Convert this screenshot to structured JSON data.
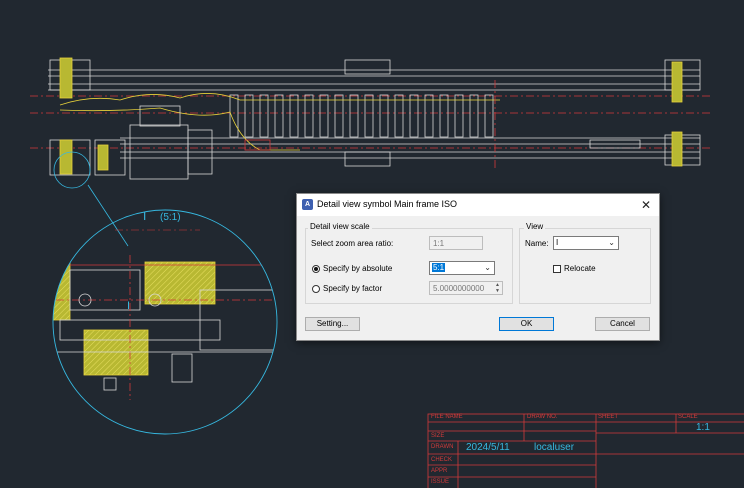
{
  "background_color": "#212830",
  "drawing": {
    "section_label": "I",
    "section_scale": "(5:1)",
    "detail_label": "I"
  },
  "title_block": {
    "headers": {
      "file_name": "FILE NAME",
      "drawing_no": "DRAW NO.",
      "sheet": "SHEET",
      "scale": "SCALE",
      "size": "SIZE",
      "drawn": "DRAWN",
      "check": "CHECK",
      "appr": "APPR",
      "issue": "ISSUE"
    },
    "scale_value": "1:1",
    "date": "2024/5/11",
    "user": "localuser"
  },
  "dialog": {
    "title": "Detail view symbol Main frame ISO",
    "close_glyph": "✕",
    "scale_group": {
      "legend": "Detail view scale",
      "zoom_ratio_label": "Select zoom area ratio:",
      "zoom_ratio_value": "1:1",
      "absolute_label": "Specify by absolute",
      "absolute_value": "5:1",
      "absolute_selected": true,
      "factor_label": "Specify by factor",
      "factor_value": "5.0000000000"
    },
    "view_group": {
      "legend": "View",
      "name_label": "Name:",
      "name_value": "I",
      "relocate_label": "Relocate",
      "relocate_checked": false
    },
    "buttons": {
      "setting": "Setting...",
      "ok": "OK",
      "cancel": "Cancel"
    }
  }
}
